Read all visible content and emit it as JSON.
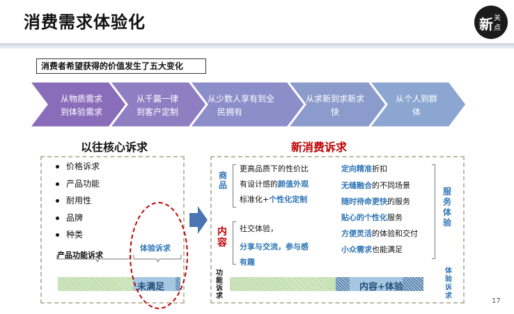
{
  "title": "消费需求体验化",
  "logo": {
    "big": "新",
    "small_top": "关",
    "small_bottom": "点"
  },
  "subtitle": "消费者希望获得的价值发生了五大变化",
  "chevrons": [
    {
      "line1": "从物质需求",
      "line2": "到体验需求"
    },
    {
      "line1": "从千篇一律",
      "line2": "到客户定制"
    },
    {
      "line1": "从少数人享有到全",
      "line2": "民拥有"
    },
    {
      "line1": "从求新到求新求",
      "line2": "快"
    },
    {
      "line1": "从个人到群",
      "line2": "体"
    }
  ],
  "colors": {
    "chevron_fill": "#8b7fc0",
    "chevron_fill_end": "#7f9fcf",
    "accent_blue": "#2e75b6",
    "accent_red": "#c00000"
  },
  "left": {
    "heading": "以往核心诉求",
    "bullets": [
      "价格诉求",
      "产品功能",
      "耐用性",
      "品牌",
      "种类"
    ],
    "function_label": "产品功能诉求",
    "experience_label": "体验诉求",
    "bar_label": "未满足"
  },
  "right": {
    "heading": "新消费诉求",
    "goods": {
      "label_1": "商",
      "label_2": "品",
      "line1": "更高品质下的性价比",
      "line2_pre": "有设计感的",
      "line2_hl": "颜值外观",
      "line3_pre": "标准化+",
      "line3_hl": "个性化定制"
    },
    "content": {
      "label_1": "内",
      "label_2": "容",
      "line1": "社交体验，",
      "line2": "分享与交流，参与感",
      "line3": "有趣"
    },
    "service": [
      {
        "hl": "定向精准",
        "rest": "折扣"
      },
      {
        "hl": "无缝融合",
        "rest": "的不同场景"
      },
      {
        "hl": "随时待命更快",
        "rest": "的服务"
      },
      {
        "hl": "贴心的个性化",
        "rest": "服务"
      },
      {
        "hl": "方便灵活",
        "rest": "的体验和交付"
      },
      {
        "hl": "小众需求",
        "rest": "也能满足"
      }
    ],
    "service_label": [
      "服",
      "务",
      "体",
      "验"
    ],
    "function_side": [
      "功",
      "能",
      "诉",
      "求"
    ],
    "experience_side": [
      "体",
      "验",
      "诉",
      "求"
    ],
    "bar_label": "内容+体验"
  },
  "page_number": "17"
}
